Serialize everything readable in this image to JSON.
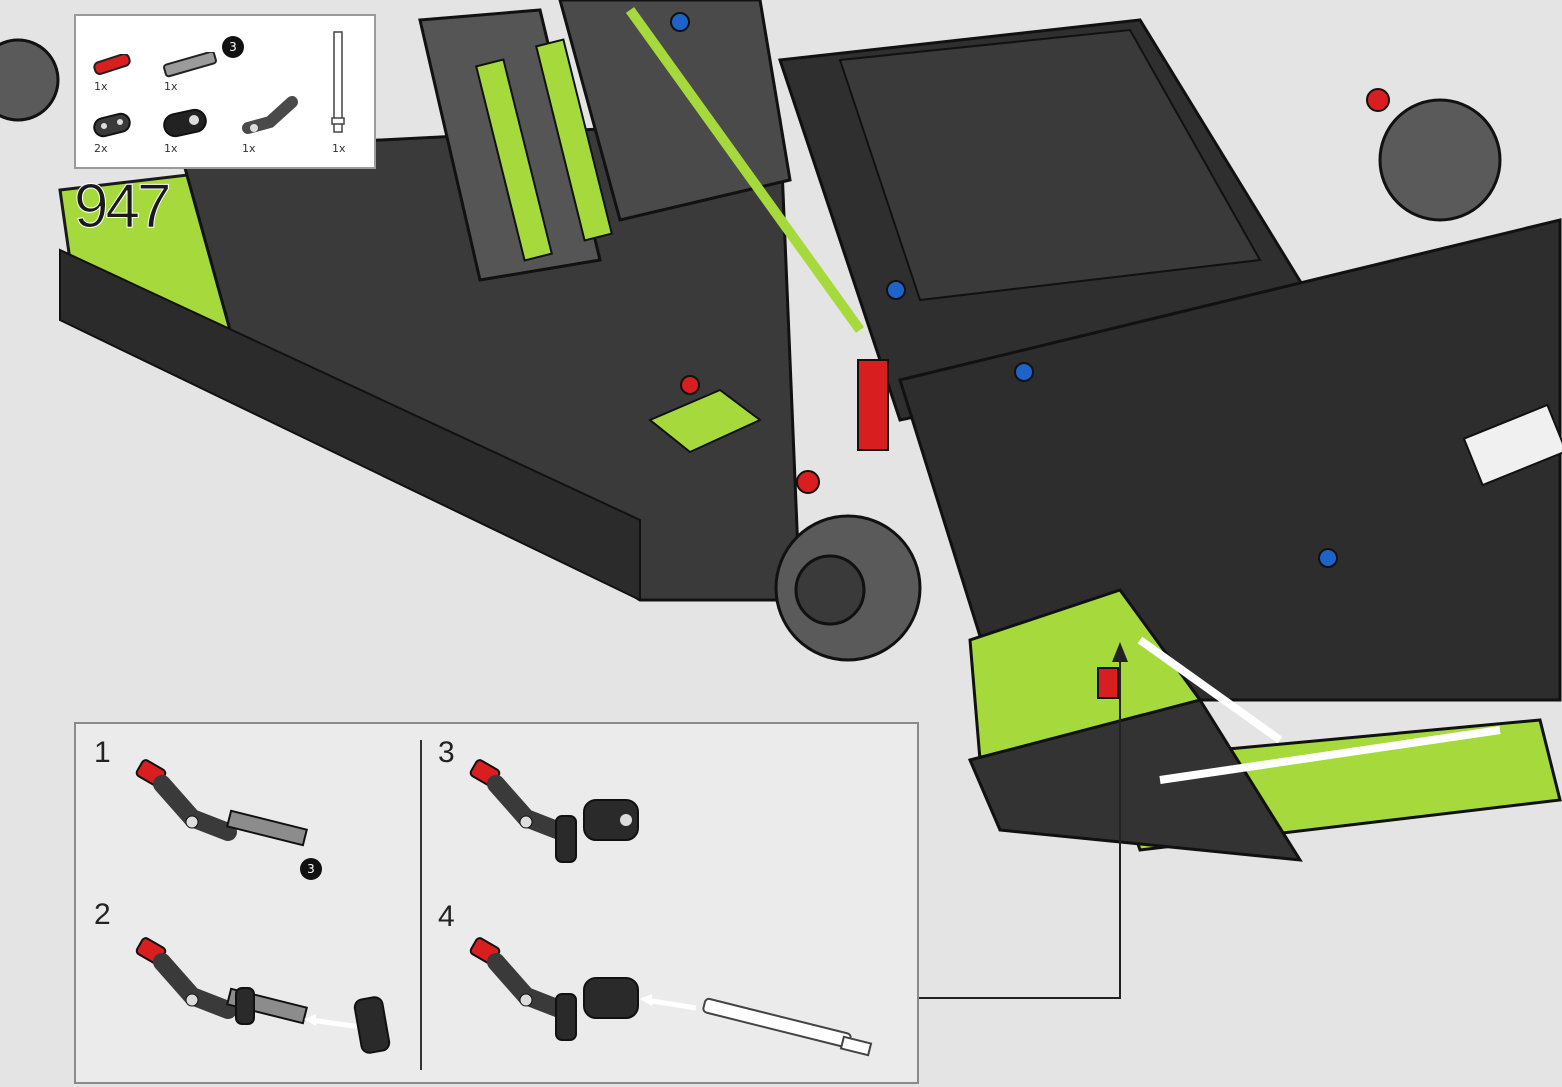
{
  "step": {
    "number": "947"
  },
  "parts_list": {
    "items": [
      {
        "name": "red-axle-pin-icon",
        "qty": "1x",
        "color": "#d81e1e"
      },
      {
        "name": "grey-axle-3-icon",
        "qty": "1x",
        "color": "#9b9b9b",
        "badge": "3"
      },
      {
        "name": "dark-grey-axle-connector-icon",
        "qty": "2x",
        "color": "#3a3a3a"
      },
      {
        "name": "black-double-connector-icon",
        "qty": "1x",
        "color": "#222222"
      },
      {
        "name": "dark-grey-angle-connector-icon",
        "qty": "1x",
        "color": "#4a4a4a"
      },
      {
        "name": "white-long-axle-icon",
        "qty": "1x",
        "color": "#ffffff"
      }
    ]
  },
  "subassembly": {
    "steps": [
      {
        "number": "1",
        "badge": "3"
      },
      {
        "number": "3"
      },
      {
        "number": "2"
      },
      {
        "number": "4"
      }
    ]
  },
  "colors": {
    "lime": "#a6d93b",
    "dark": "#2b2b2b",
    "red": "#d81e1e",
    "blue": "#1e64c8",
    "background": "#e4e4e4"
  }
}
